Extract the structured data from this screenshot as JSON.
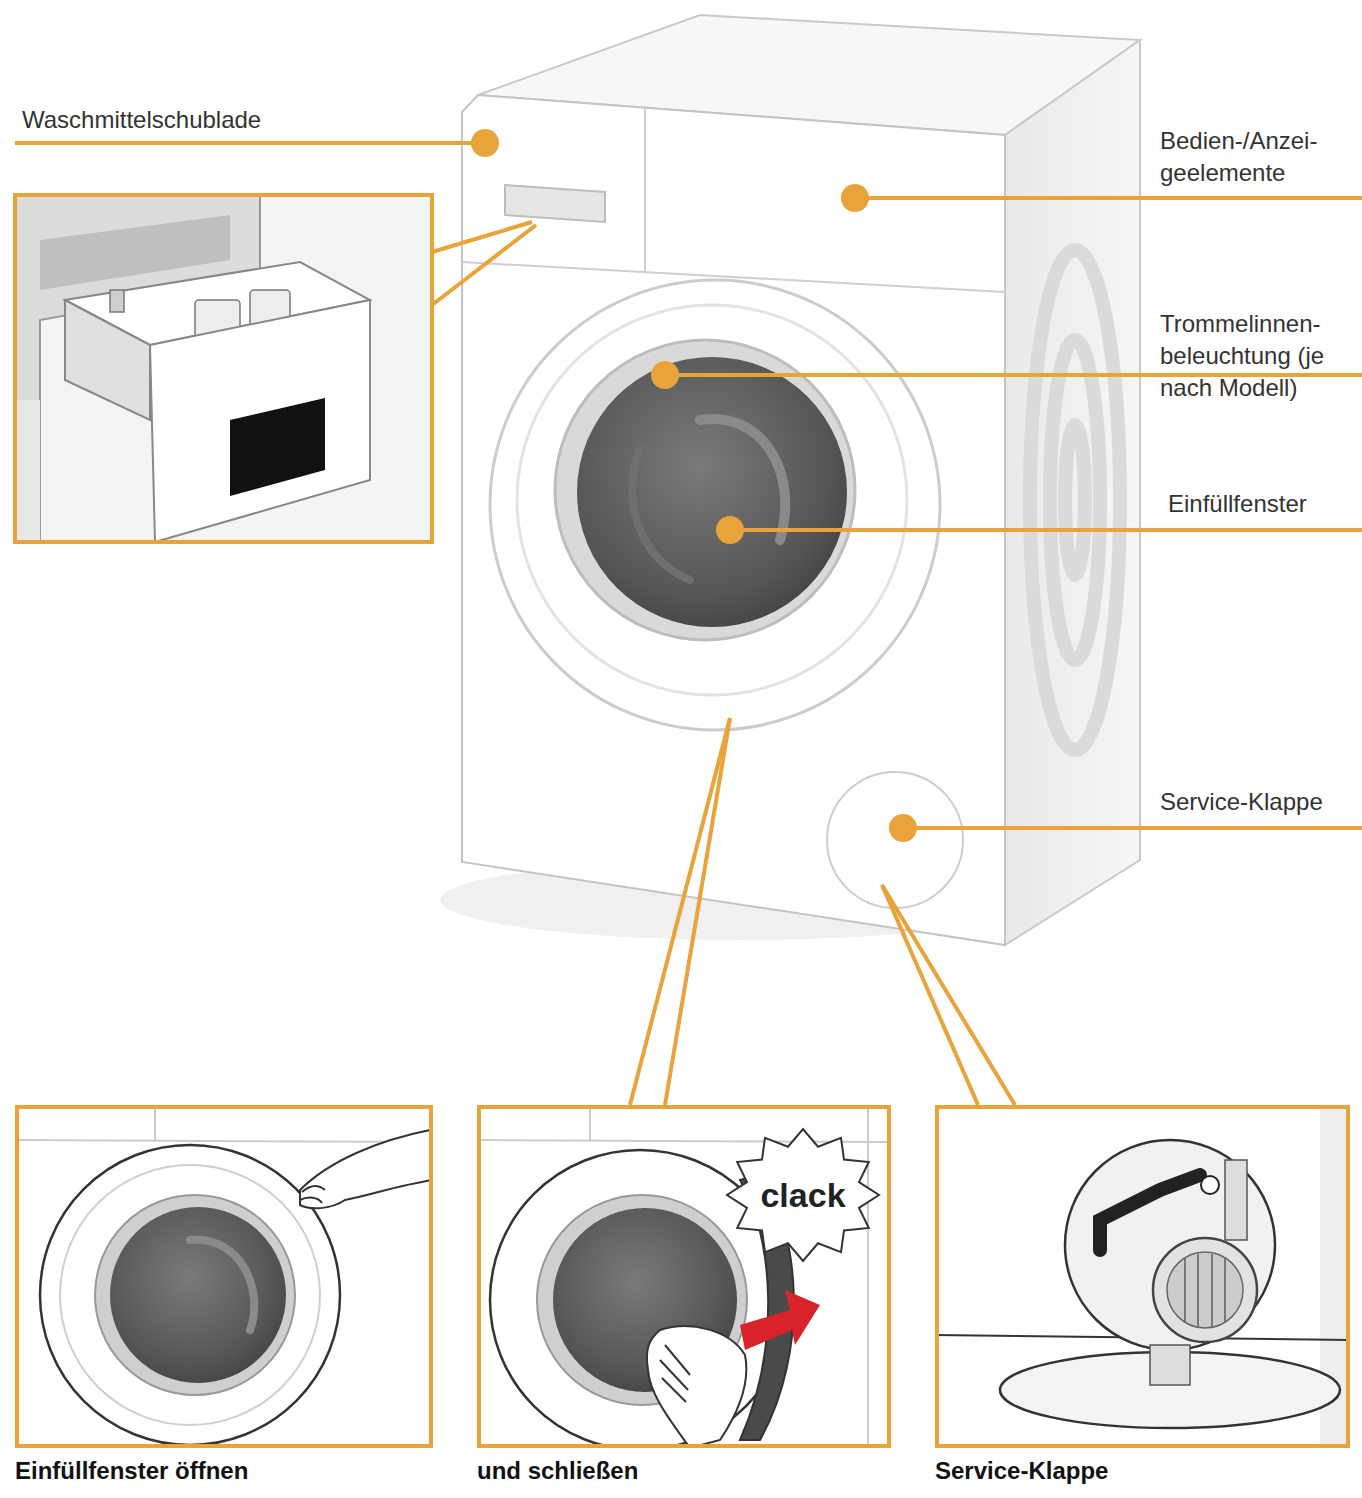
{
  "diagram": {
    "nodes": [
      {
        "text": [
          "Einfüllfenster öffnen"
        ]
      },
      {
        "text": [
          "und schließen"
        ]
      },
      {
        "text": [
          "clack"
        ],
        "in": 1
      },
      {
        "text": [
          "Service-Klappe"
        ]
      }
    ],
    "labels": [
      "Waschmittelschublade",
      "Bedien-/Anzei- geelemente",
      "Trommelinnen- beleuchtung (je nach Modell)",
      "Einfüllfenster",
      "Service-Klappe"
    ]
  }
}
